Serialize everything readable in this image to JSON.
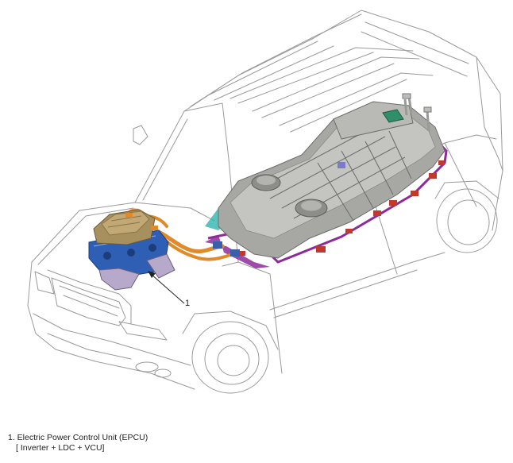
{
  "callout": {
    "number": "1"
  },
  "legend": {
    "items": [
      {
        "line1": "1.  Electric Power Control Unit (EPCU)",
        "line2": "[ Inverter + LDC + VCU]"
      }
    ]
  },
  "colors": {
    "outline": "#9a9a9a",
    "battery": "#a7a7a4",
    "battery_dark": "#7d7d7a",
    "frame_purple": "#8e2b9b",
    "connector_red": "#c0392b",
    "cable_orange": "#e08a2a",
    "motor_blue": "#2f5fb5",
    "epcu_tan": "#a88f5e",
    "teal": "#2fb4b0"
  }
}
